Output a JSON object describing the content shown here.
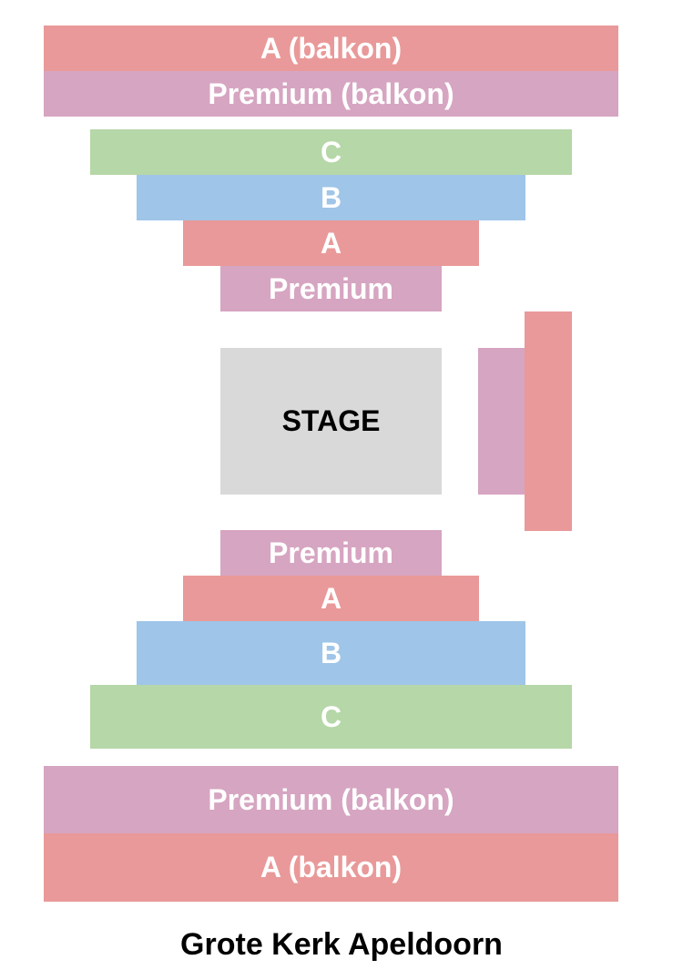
{
  "colors": {
    "premium": "#d6a5c1",
    "a": "#e99999",
    "b": "#9fc5e8",
    "c": "#b6d7a8",
    "stage": "#d9d9d9"
  },
  "sections": {
    "a_balkon_top": "A (balkon)",
    "premium_balkon_top": "Premium (balkon)",
    "c_top": "C",
    "b_top": "B",
    "a_top": "A",
    "premium_top": "Premium",
    "stage": "STAGE",
    "premium_bottom": "Premium",
    "a_bottom": "A",
    "b_bottom": "B",
    "c_bottom": "C",
    "premium_balkon_bottom": "Premium (balkon)",
    "a_balkon_bottom": "A (balkon)"
  },
  "venue_name": "Grote Kerk Apeldoorn"
}
